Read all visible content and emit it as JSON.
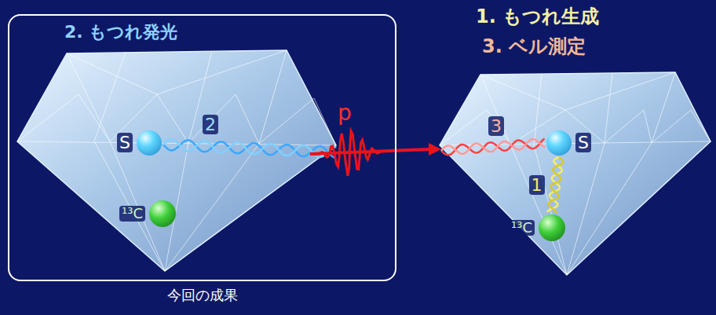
{
  "diagram": {
    "nodes": [
      {
        "text": [
          "2. もつれ発光",
          "今回の成果"
        ]
      },
      {
        "text": [
          "S"
        ],
        "in": 0
      },
      {
        "text": [
          "¹³C"
        ],
        "in": 0
      },
      {
        "text": [
          "S"
        ]
      },
      {
        "text": [
          "¹³C"
        ]
      }
    ],
    "edges": [
      {
        "from": 3,
        "to": 4,
        "label": "1",
        "arrow": "none"
      }
    ],
    "labels": [
      "2",
      "p",
      "3",
      "1. もつれ生成",
      "3. ベル測定"
    ]
  }
}
